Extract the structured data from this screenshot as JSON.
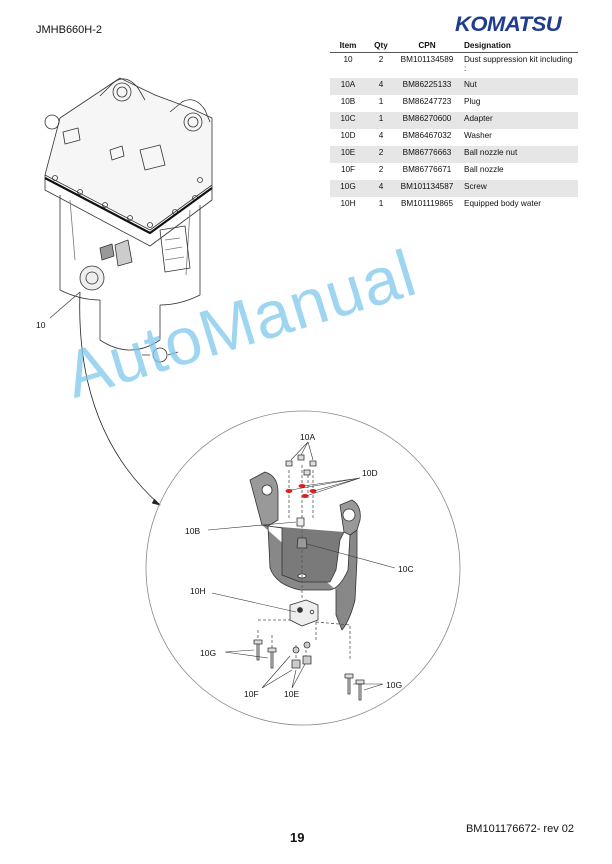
{
  "header": {
    "doc_code": "JMHB660H-2",
    "brand": "KOMATSU"
  },
  "table": {
    "columns": [
      "Item",
      "Qty",
      "CPN",
      "Designation"
    ],
    "rows": [
      {
        "item": "10",
        "qty": "2",
        "cpn": "BM101134589",
        "designation": "Dust suppression kit including :"
      },
      {
        "item": "10A",
        "qty": "4",
        "cpn": "BM86225133",
        "designation": "Nut"
      },
      {
        "item": "10B",
        "qty": "1",
        "cpn": "BM86247723",
        "designation": "Plug"
      },
      {
        "item": "10C",
        "qty": "1",
        "cpn": "BM86270600",
        "designation": "Adapter"
      },
      {
        "item": "10D",
        "qty": "4",
        "cpn": "BM86467032",
        "designation": "Washer"
      },
      {
        "item": "10E",
        "qty": "2",
        "cpn": "BM86776663",
        "designation": "Ball nozzle nut"
      },
      {
        "item": "10F",
        "qty": "2",
        "cpn": "BM86776671",
        "designation": "Ball nozzle"
      },
      {
        "item": "10G",
        "qty": "4",
        "cpn": "BM101134587",
        "designation": "Screw"
      },
      {
        "item": "10H",
        "qty": "1",
        "cpn": "BM101119865",
        "designation": "Equipped body water"
      }
    ]
  },
  "callouts": {
    "c10": "10",
    "c10A": "10A",
    "c10D": "10D",
    "c10B": "10B",
    "c10C": "10C",
    "c10H": "10H",
    "c10G_left": "10G",
    "c10F": "10F",
    "c10E": "10E",
    "c10G_right": "10G"
  },
  "watermark": "AutoManual",
  "footer": {
    "page_number": "19",
    "doc_ref": "BM101176672- rev 02"
  },
  "colors": {
    "brand": "#1f3d8f",
    "watermark": "#7ec8ec",
    "row_shade": "#e6e6e6",
    "washer_highlight": "#e02020"
  }
}
